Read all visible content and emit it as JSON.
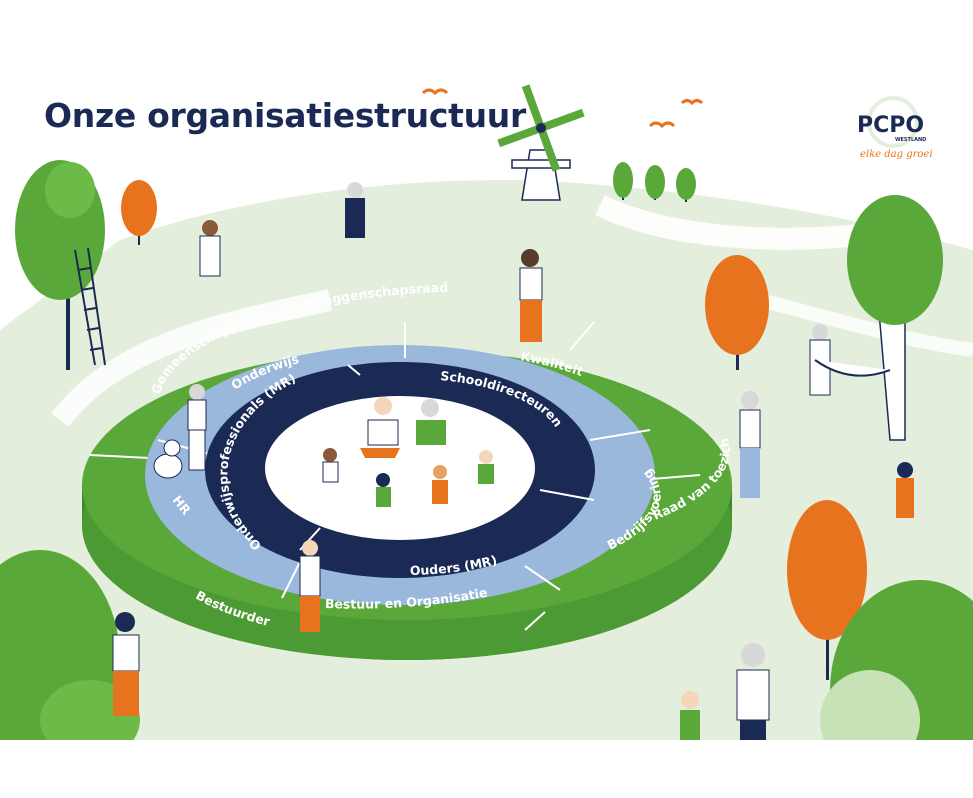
{
  "title": "Onze organisatiestructuur",
  "logo": {
    "name": "PCPO",
    "sub": "WESTLAND",
    "tagline": "elke dag groei",
    "colors": {
      "navy": "#1b2a55",
      "green": "#5aa83a",
      "orange": "#e8731e"
    }
  },
  "colors": {
    "outer_ring": "#5aa83a",
    "outer_ring_side": "#3f8a2b",
    "middle_ring": "#9ab7dc",
    "inner_ring": "#1b2a55",
    "center": "#ffffff",
    "ground": "#e3efdc",
    "tree_green": "#5aa83a",
    "tree_orange": "#e8731e",
    "title": "#1b2a55"
  },
  "rings": {
    "outer": [
      "Gemeenschappelijke Medezeggenschapsraad",
      "Kwaliteit",
      "Raad van toezicht",
      "Bestuurder"
    ],
    "middle": [
      "Onderwijs",
      "HR",
      "Bedrijfsvoering",
      "Bestuur en Organisatie"
    ],
    "inner": [
      "Onderwijsprofessionals (MR)",
      "Schooldirecteuren",
      "Ouders (MR)"
    ]
  }
}
